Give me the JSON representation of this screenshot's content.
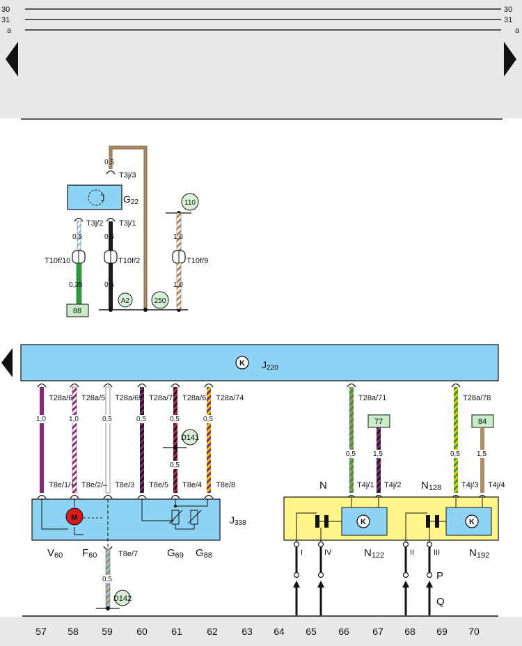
{
  "colors": {
    "panel_gray": "#e8e8e8",
    "component_blue": "#8fd3f4",
    "component_yellow": "#fff58a",
    "ground_badge_fill": "#d8efd8",
    "ref_box_fill": "#c8ecc8",
    "wire_brown": "#b08a64",
    "wire_black": "#1a1a1a",
    "wire_green": "#2a9a3a",
    "wire_lightblue": "#8ccfe8",
    "wire_violet": "#8a2a76",
    "wire_red": "#c8203a",
    "wire_yellow": "#f0c800",
    "wire_white": "#ffffff",
    "motor_red": "#d81c1c"
  },
  "rails": [
    "30",
    "31",
    "a"
  ],
  "top": {
    "g22": {
      "label": "G",
      "sub": "22"
    },
    "connectors": {
      "t3j3": "T3j/3",
      "t3j2": "T3j/2",
      "t3j1": "T3j/1",
      "t10f10": "T10f/10",
      "t10f2": "T10f/2",
      "t10f9": "T10f/9"
    },
    "gauges": {
      "brown_top": "0,5",
      "lb_upper": "0,5",
      "lb_lower": "0,35",
      "blk_upper": "0,5",
      "blk_lower": "0,5",
      "w110_upper": "1,0",
      "w110_lower": "1,0"
    },
    "badges": {
      "g110": "110",
      "a2": "A2",
      "g250": "250"
    },
    "ref88": "88"
  },
  "j220": {
    "label": "J",
    "sub": "220",
    "symbol": "K"
  },
  "j220_pins": [
    {
      "conn": "T28a/66",
      "gauge": "1,0"
    },
    {
      "conn": "T28a/59",
      "gauge": "1,0"
    },
    {
      "conn": "T28a/69",
      "gauge": "0,5"
    },
    {
      "conn": "T28a/75",
      "gauge": "0,5"
    },
    {
      "conn": "T28a/62",
      "gauge": "0,5"
    },
    {
      "conn": "T28a/74",
      "gauge": "0,5"
    },
    {
      "conn": "T28a/71",
      "gauge": "0,5"
    },
    {
      "conn": "T28a/78",
      "gauge": "0,5"
    }
  ],
  "j338": {
    "label": "J",
    "sub": "338",
    "pins": [
      "T8e/1/+",
      "T8e/2/–",
      "T8e/3",
      "T8e/5",
      "T8e/4",
      "T8e/8",
      "T8e/7"
    ],
    "motor": "M",
    "d141": "D141",
    "d141_gauge": "0,5",
    "t8e7_gauge": "0,5",
    "d142": "D142",
    "sublabels": [
      {
        "name": "V",
        "sub": "60"
      },
      {
        "name": "F",
        "sub": "60"
      },
      {
        "name": "G",
        "sub": "69"
      },
      {
        "name": "G",
        "sub": "88"
      }
    ]
  },
  "valves": {
    "n": "N",
    "n128": {
      "name": "N",
      "sub": "128"
    },
    "n122": {
      "name": "N",
      "sub": "122"
    },
    "n192": {
      "name": "N",
      "sub": "192"
    },
    "pins": [
      "T4j/1",
      "T4j/2",
      "T4j/3",
      "T4j/4"
    ],
    "ref77": "77",
    "gauge77": "1,5",
    "ref84": "84",
    "gauge84": "1,5",
    "roman": [
      "I",
      "IV",
      "II",
      "III"
    ],
    "p": "P",
    "q": "Q"
  },
  "bottom_numbers": [
    "57",
    "58",
    "59",
    "60",
    "61",
    "62",
    "63",
    "64",
    "65",
    "66",
    "67",
    "68",
    "69",
    "70"
  ]
}
